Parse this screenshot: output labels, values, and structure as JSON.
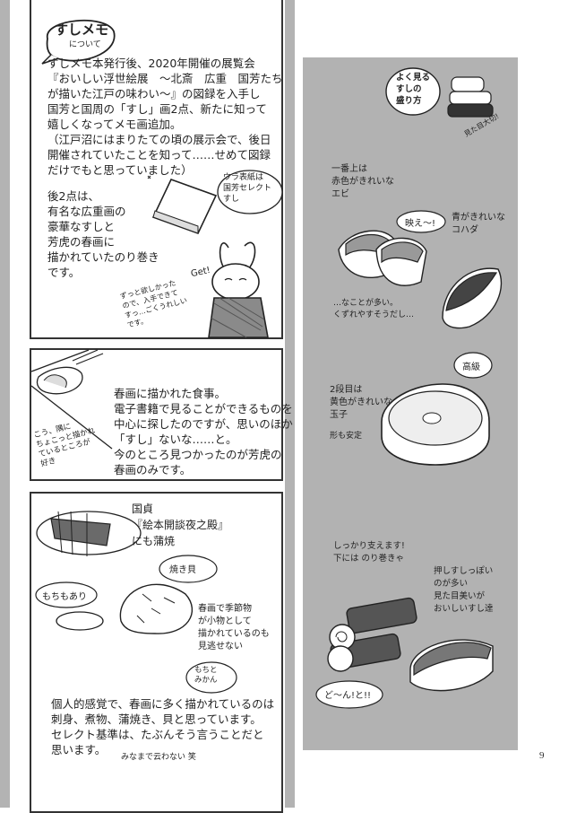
{
  "page_number": "9",
  "memo_panel": {
    "title_main": "すしメモ",
    "title_sub": "について",
    "body": "すしメモ本発行後、2020年開催の展覧会\n『おいしい浮世絵展　～北斎　広重　国芳たち\nが描いた江戸の味わい～』の図録を入手し\n国芳と国周の「すし」画2点、新たに知って\n嬉しくなってメモ画追加。\n（江戸沼にはまりたての頃の展示会で、後日\n開催されていたことを知って……せめて図録\nだけでもと思っていました）",
    "body2": "後2点は、\n有名な広重画の\n豪華なすしと\n芳虎の春画に\n描かれていたのり巻き\nです。",
    "book_note": "ウラ表紙は\n国芳セレクト\nすし",
    "get": "Get!",
    "rabbit_note": "ずっと欲しかった\nので、入手できて\nすっ…ごくうれしい\nです。"
  },
  "shunga_panel": {
    "body": "春画に描かれた食事。\n電子書籍で見ることができるものを\n中心に探したのですが、思いのほか\n「すし」ないな……と。\n今のところ見つかったのが芳虎の\n春画のみです。",
    "side_note": "こう、隅に\nちょこっと描かれ\nているところが\n好き"
  },
  "kunisada_panel": {
    "source": "国貞\n『絵本開談夜之殿』\nにも蒲焼",
    "hamaguri": "焼き貝",
    "mochi": "もちもあり",
    "note": "春画で季節物\nが小物として\n描かれているのも\n見逃せない",
    "mochi2": "もちと\nみかん",
    "body": "個人的感覚で、春画に多く描かれているのは\n刺身、煮物、蒲焼き、貝と思っています。\nセレクト基準は、たぶんそう言うことだと\n思います。",
    "tail": "みなまで云わない 笑"
  },
  "sushi_panel": {
    "title": "よく見る\nすしの\n盛り方",
    "title_note": "見た目大切!",
    "ebi": "一番上は\n赤色がきれいな\nエビ",
    "bae": "映え〜!",
    "kohada": "青がきれいな\nコハダ",
    "kuzure": "…なことが多い。\nくずれやすそうだし…",
    "koukyu": "高級",
    "tamago": "2段目は\n黄色がきれいな\n玉子",
    "tamago_note": "形も安定",
    "support": "しっかり支えます!\n下には のり巻きゃ",
    "oshi": "押しすしっぽい\nのが多い\n見た目美いが\nおいしいすし達",
    "don": "ど〜ん!と!!"
  },
  "colors": {
    "gutter": "#b3b3b3",
    "sushi_panel_bg": "#b2b2b2",
    "ink": "#222222"
  }
}
